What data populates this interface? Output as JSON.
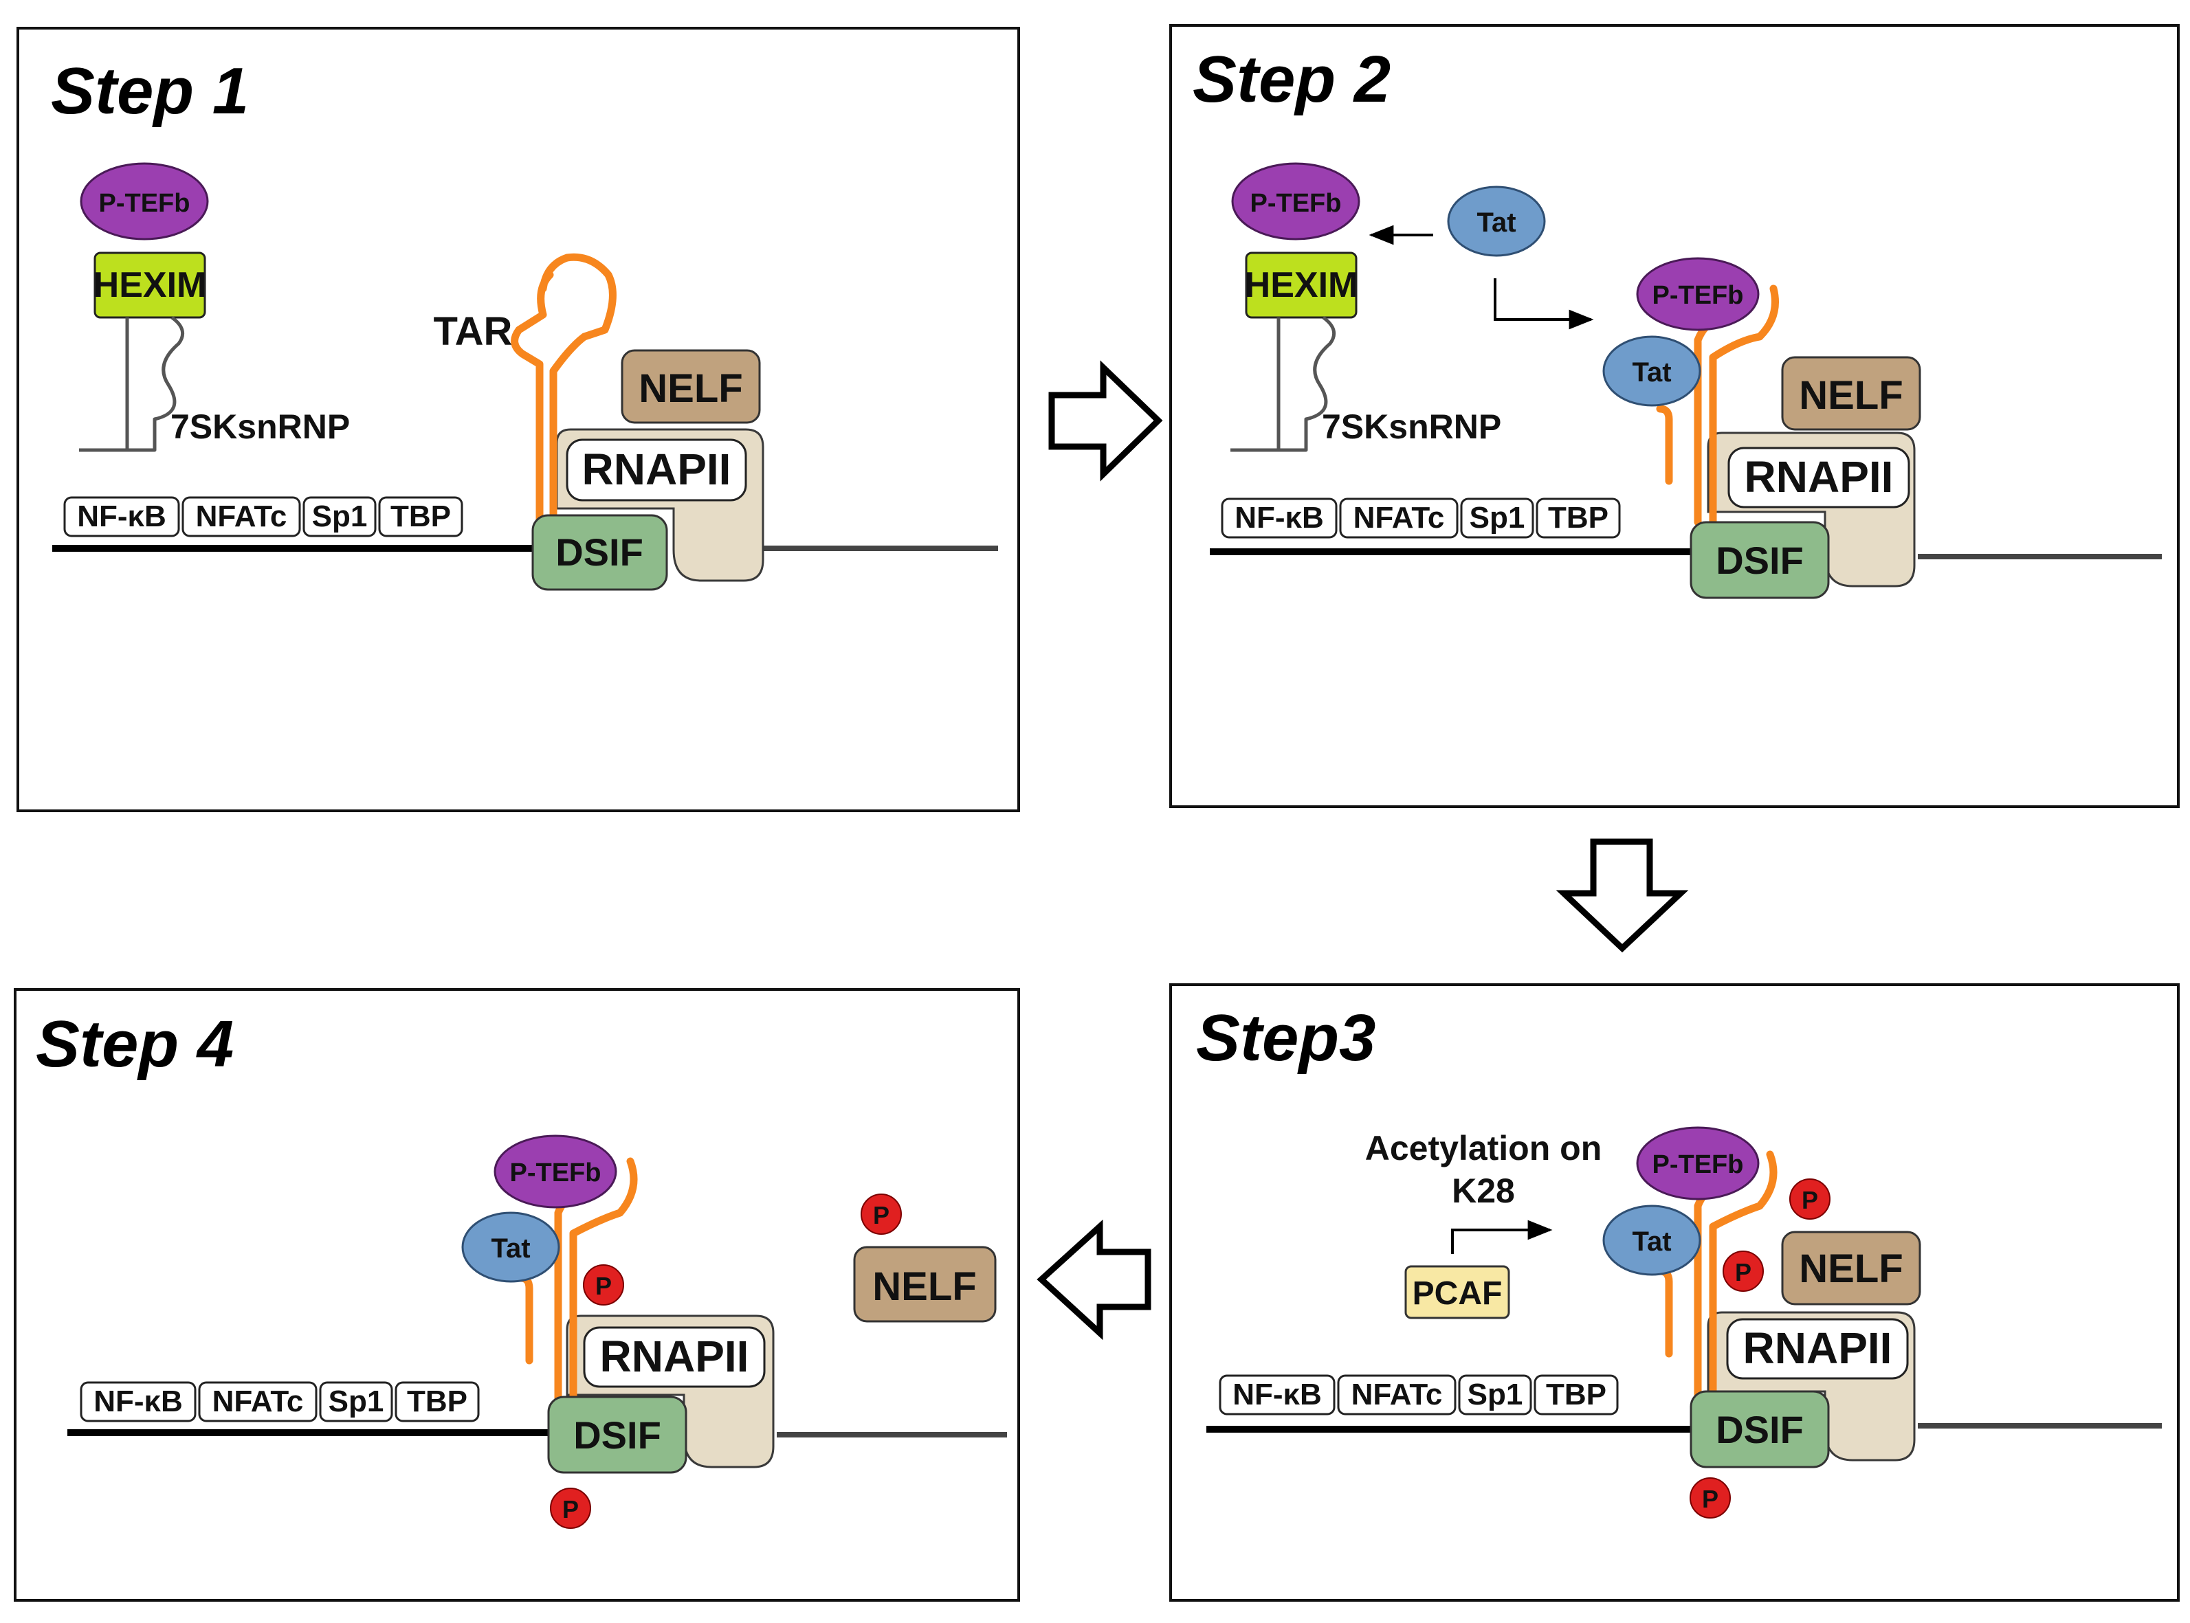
{
  "colors": {
    "ptefb": "#9b3fb0",
    "hexim": "#bde01e",
    "tat": "#6f9ccb",
    "nelf": "#c0a27e",
    "rnapii": "#e6dcc6",
    "dsif": "#8ebb8b",
    "pcaf": "#f8e8a4",
    "rna": "#f7861e",
    "phospho": "#e02020"
  },
  "tf_labels": [
    "NF-κB",
    "NFATc",
    "Sp1",
    "TBP"
  ],
  "labels": {
    "ptefb": "P-TEFb",
    "hexim": "HEXIM",
    "snrnp": "7SKsnRNP",
    "tar": "TAR",
    "tat": "Tat",
    "nelf": "NELF",
    "rnapii": "RNAPII",
    "dsif": "DSIF",
    "pcaf": "PCAF",
    "acetylation_line1": "Acetylation on",
    "acetylation_line2": "K28",
    "phospho_symbol": "P"
  },
  "panels": [
    {
      "title": "Step 1"
    },
    {
      "title": "Step 2"
    },
    {
      "title": "Step3"
    },
    {
      "title": "Step 4"
    }
  ]
}
